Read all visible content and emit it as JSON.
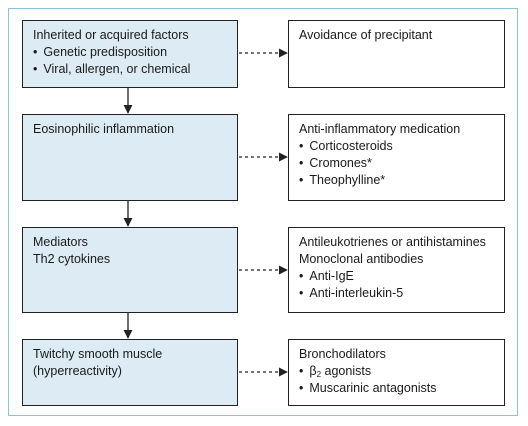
{
  "colors": {
    "frame_border": "#8cc3d9",
    "left_box_fill": "#dcebf4",
    "right_box_fill": "#ffffff",
    "stroke": "#222222"
  },
  "steps": [
    {
      "cause": {
        "lines": [
          "Inherited or acquired factors"
        ],
        "bullets": [
          "Genetic predisposition",
          "Viral, allergen, or chemical"
        ]
      },
      "treatment": {
        "lines": [
          "Avoidance of precipitant"
        ],
        "bullets": []
      }
    },
    {
      "cause": {
        "lines": [
          "Eosinophilic inflammation"
        ],
        "bullets": []
      },
      "treatment": {
        "lines": [
          "Anti-inflammatory medication"
        ],
        "bullets": [
          "Corticosteroids",
          "Cromones*",
          "Theophylline*"
        ]
      }
    },
    {
      "cause": {
        "lines": [
          "Mediators",
          "Th2 cytokines"
        ],
        "bullets": []
      },
      "treatment": {
        "lines": [
          "Antileukotrienes or antihistamines",
          "Monoclonal antibodies"
        ],
        "bullets": [
          "Anti-IgE",
          "Anti-interleukin-5"
        ]
      }
    },
    {
      "cause": {
        "lines": [
          "Twitchy smooth muscle",
          "(hyperreactivity)"
        ],
        "bullets": []
      },
      "treatment": {
        "lines": [
          "Bronchodilators"
        ],
        "bullets": [
          "Muscarinic antagonists"
        ],
        "beta_bullet": {
          "symbol": "β",
          "subscript": "2",
          "text": " agonists"
        }
      }
    }
  ]
}
